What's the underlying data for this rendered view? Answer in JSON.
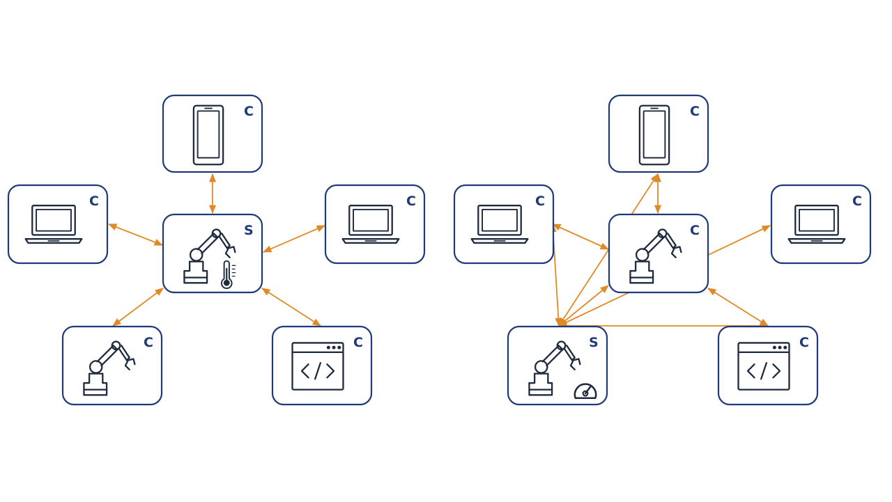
{
  "accent_colors": {
    "frame": "#1f3a78",
    "link": "#e08a26",
    "icon": "#1e2a3e"
  },
  "diagrams": [
    {
      "nodes": [
        {
          "id": "d1-phone",
          "icon": "smartphone-icon",
          "role": "C"
        },
        {
          "id": "d1-laptop-left",
          "icon": "laptop-icon",
          "role": "C"
        },
        {
          "id": "d1-robot-center",
          "icon": "robot-arm-icon",
          "badge": "thermometer-icon",
          "role": "S"
        },
        {
          "id": "d1-laptop-right",
          "icon": "laptop-icon",
          "role": "C"
        },
        {
          "id": "d1-robot-bottom",
          "icon": "robot-arm-icon",
          "role": "C"
        },
        {
          "id": "d1-code",
          "icon": "code-window-icon",
          "role": "C"
        }
      ],
      "links": [
        [
          "d1-robot-center",
          "d1-phone"
        ],
        [
          "d1-robot-center",
          "d1-laptop-left"
        ],
        [
          "d1-robot-center",
          "d1-laptop-right"
        ],
        [
          "d1-robot-center",
          "d1-robot-bottom"
        ],
        [
          "d1-robot-center",
          "d1-code"
        ]
      ]
    },
    {
      "nodes": [
        {
          "id": "d2-phone",
          "icon": "smartphone-icon",
          "role": "C"
        },
        {
          "id": "d2-laptop-left",
          "icon": "laptop-icon",
          "role": "C"
        },
        {
          "id": "d2-robot-center",
          "icon": "robot-arm-icon",
          "role": "C"
        },
        {
          "id": "d2-laptop-right",
          "icon": "laptop-icon",
          "role": "C"
        },
        {
          "id": "d2-robot-bottom",
          "icon": "robot-arm-icon",
          "badge": "speedometer-icon",
          "role": "S"
        },
        {
          "id": "d2-code",
          "icon": "code-window-icon",
          "role": "C"
        }
      ],
      "links": [
        [
          "d2-robot-bottom",
          "d2-phone"
        ],
        [
          "d2-robot-bottom",
          "d2-laptop-left"
        ],
        [
          "d2-robot-bottom",
          "d2-robot-center"
        ],
        [
          "d2-robot-bottom",
          "d2-laptop-right"
        ],
        [
          "d2-robot-bottom",
          "d2-code"
        ],
        [
          "d2-robot-center",
          "d2-phone"
        ],
        [
          "d2-robot-center",
          "d2-laptop-left"
        ],
        [
          "d2-robot-center",
          "d2-code"
        ]
      ]
    }
  ]
}
